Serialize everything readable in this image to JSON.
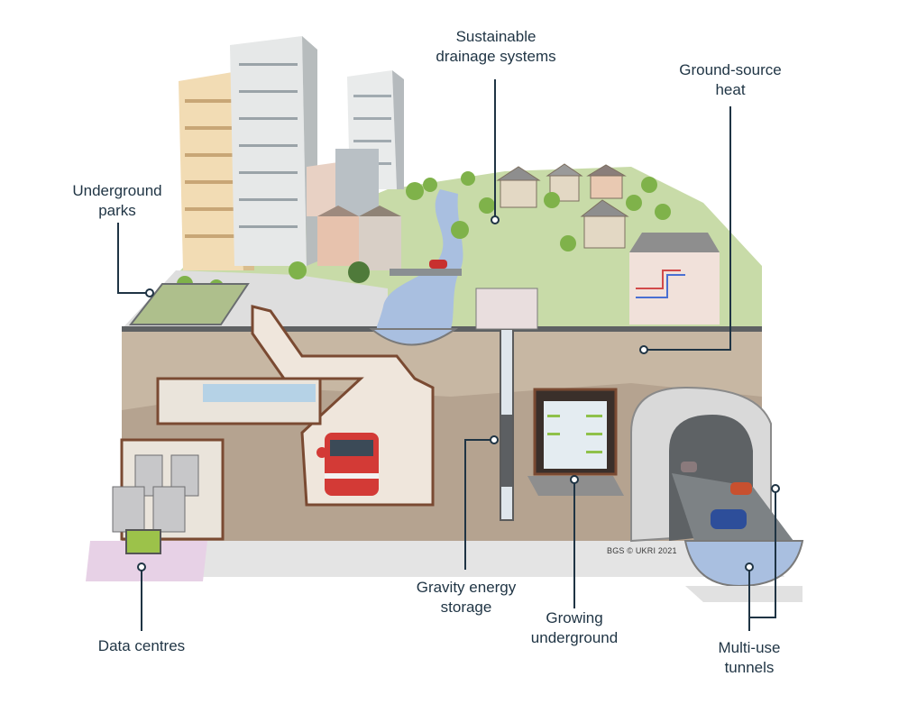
{
  "labels": {
    "sustainable_drainage": [
      "Sustainable",
      "drainage systems"
    ],
    "ground_source_heat": [
      "Ground-source",
      "heat"
    ],
    "underground_parks": [
      "Underground",
      "parks"
    ],
    "gravity_energy": [
      "Gravity energy",
      "storage"
    ],
    "growing_underground": [
      "Growing",
      "underground"
    ],
    "data_centres": [
      "Data centres"
    ],
    "multi_use_tunnels": [
      "Multi-use",
      "tunnels"
    ]
  },
  "credit": "BGS © UKRI 2021",
  "colors": {
    "leader_line": "#1f3444",
    "soil_top": "#c9b9a6",
    "soil_deep": "#b19f8b",
    "grass": "#c5d9a6",
    "water": "#9fb6d9",
    "train": "#d33a36"
  }
}
